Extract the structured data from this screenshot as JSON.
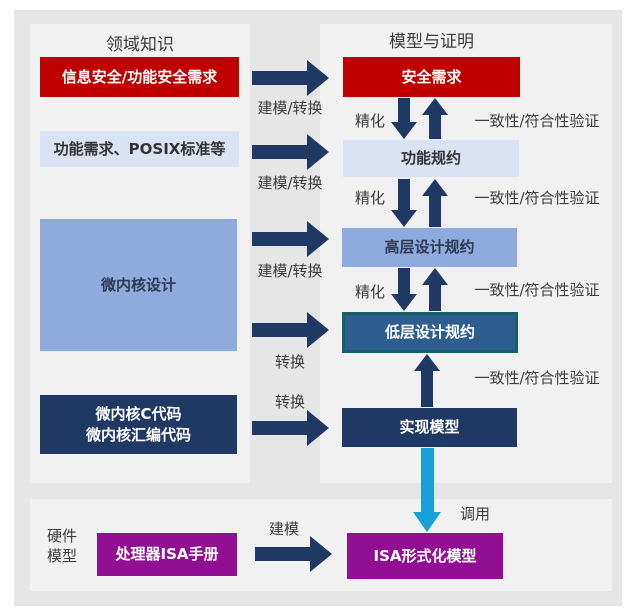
{
  "panels": {
    "domain_knowledge_title": "领域知识",
    "models_proofs_title": "模型与证明"
  },
  "domain_boxes": {
    "security_safety_requirements": "信息安全/功能安全需求",
    "functional_requirements_posix": "功能需求、POSIX标准等",
    "microkernel_design": "微内核设计",
    "kernel_code_line1": "微内核C代码",
    "kernel_code_line2": "微内核汇编代码"
  },
  "model_boxes": {
    "security_requirements": "安全需求",
    "functional_spec": "功能规约",
    "high_level_design_spec": "高层设计规约",
    "low_level_design_spec": "低层设计规约",
    "implementation_model": "实现模型"
  },
  "hardware": {
    "label_line1": "硬件",
    "label_line2": "模型",
    "isa_manual": "处理器ISA手册",
    "isa_formal_model": "ISA形式化模型"
  },
  "edge_labels": {
    "model_transform": "建模/转换",
    "transform": "转换",
    "refine": "精化",
    "consistency_verify": "一致性/符合性验证",
    "invoke": "调用",
    "model": "建模"
  },
  "colors": {
    "red": "#c00000",
    "light_blue": "#dae3f3",
    "medium_blue": "#8faadc",
    "navy": "#1f3864",
    "steel_blue_fill": "#2e5e90",
    "teal_border": "#156069",
    "purple": "#920e92",
    "cyan_arrow": "#18a0d9",
    "panel_bg": "#f1f1f1",
    "board_bg": "#e6e6e6"
  }
}
